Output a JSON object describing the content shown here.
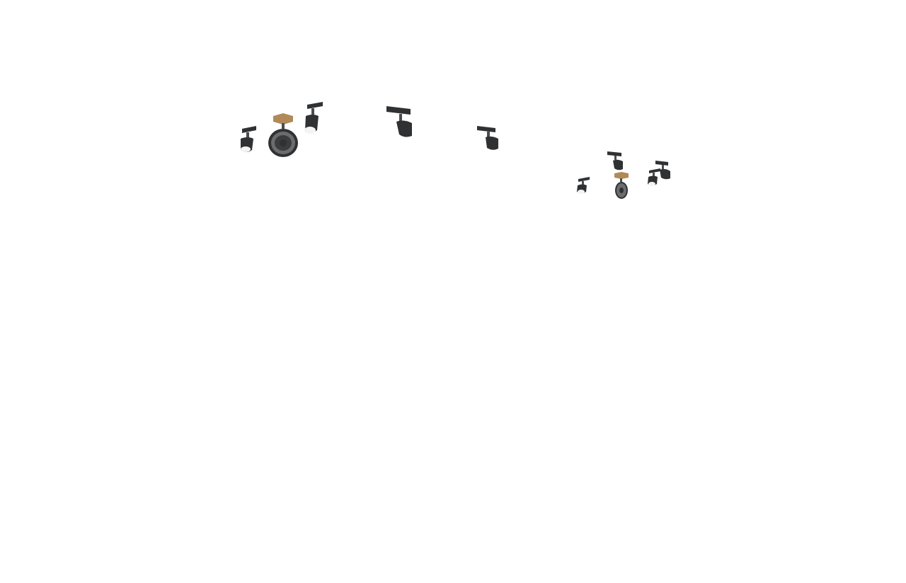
{
  "scene": {
    "background": "#ffffff",
    "fixture_colors": {
      "metal_dark": "#2f3133",
      "metal_mid": "#4a4d50",
      "lens": "#f4f4f2",
      "wood": "#b08a58",
      "grille": "#6a6c6e"
    },
    "groups": [
      {
        "name": "near-group",
        "items": [
          {
            "kind": "spotlight",
            "icon": "track-spotlight-icon"
          },
          {
            "kind": "fan",
            "icon": "ceiling-fan-icon"
          },
          {
            "kind": "spotlight",
            "icon": "track-spotlight-icon"
          }
        ]
      },
      {
        "name": "middle-group",
        "items": [
          {
            "kind": "spotlight",
            "icon": "track-spotlight-icon"
          },
          {
            "kind": "spotlight",
            "icon": "track-spotlight-icon"
          }
        ]
      },
      {
        "name": "far-group",
        "items": [
          {
            "kind": "spotlight",
            "icon": "track-spotlight-icon"
          },
          {
            "kind": "spotlight",
            "icon": "track-spotlight-icon"
          },
          {
            "kind": "fan",
            "icon": "ceiling-fan-icon"
          },
          {
            "kind": "spotlight",
            "icon": "track-spotlight-icon"
          },
          {
            "kind": "spotlight",
            "icon": "track-spotlight-icon"
          }
        ]
      }
    ]
  }
}
